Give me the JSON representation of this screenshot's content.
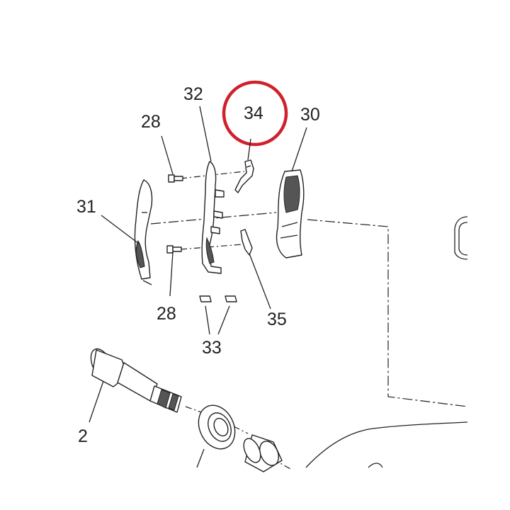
{
  "diagram": {
    "highlight_color": "#d0202c",
    "line_color": "#222222",
    "labels": {
      "p28a": "28",
      "p28b": "28",
      "p32": "32",
      "p34": "34",
      "p30": "30",
      "p31": "31",
      "p35": "35",
      "p33": "33",
      "p2": "2"
    }
  }
}
